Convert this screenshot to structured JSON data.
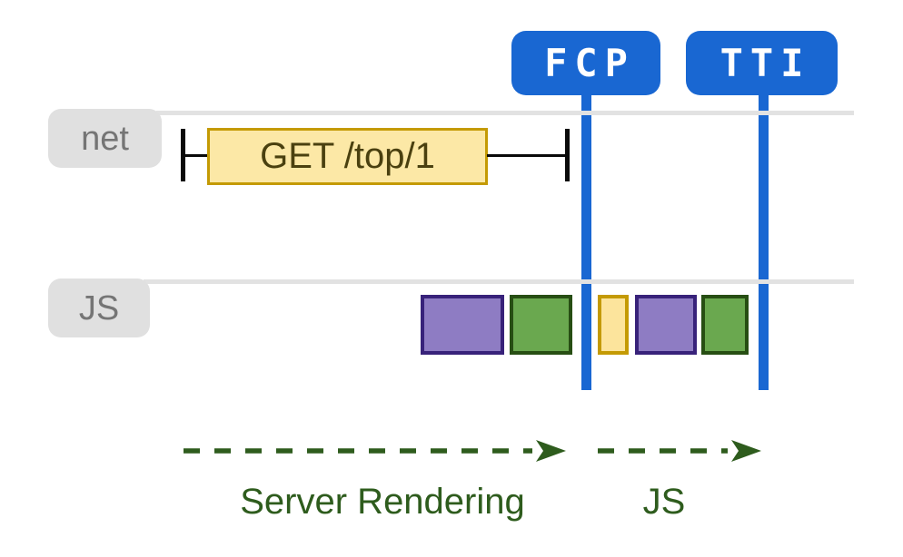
{
  "markers": [
    {
      "id": "fcp",
      "label": "FCP"
    },
    {
      "id": "tti",
      "label": "TTI"
    }
  ],
  "lanes": [
    {
      "id": "net",
      "label": "net"
    },
    {
      "id": "js",
      "label": "JS"
    }
  ],
  "network_request": {
    "label": "GET /top/1"
  },
  "js_execution_blocks": [
    {
      "position": "before-fcp",
      "color_name": "purple"
    },
    {
      "position": "before-fcp",
      "color_name": "green"
    },
    {
      "position": "after-fcp",
      "color_name": "yellow"
    },
    {
      "position": "after-fcp",
      "color_name": "purple"
    },
    {
      "position": "after-fcp",
      "color_name": "green"
    }
  ],
  "phase_arrows": [
    {
      "label": "Server Rendering",
      "span": "start-to-fcp"
    },
    {
      "label": "JS",
      "span": "fcp-to-tti"
    }
  ],
  "colors": {
    "marker_blue": "#1967D2",
    "lane_rail_gray": "#E2E2E2",
    "lane_label_bg": "#E0E0E0",
    "lane_label_text": "#757575",
    "yellow_fill": "#FCE8A6",
    "yellow_border": "#C49A04",
    "purple_fill": "#8E7CC3",
    "purple_border": "#38227A",
    "green_fill": "#6AA84F",
    "green_border": "#274E13",
    "request_text": "#4A400F",
    "arrow_green": "#2E5C1D",
    "tick_black": "#0A0A0A"
  }
}
